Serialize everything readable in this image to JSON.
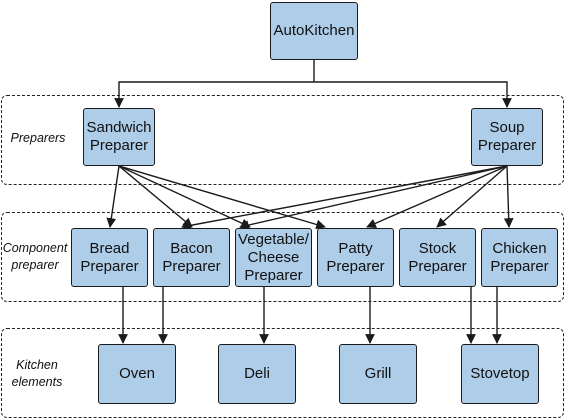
{
  "bands": {
    "preparers": "Preparers",
    "component": [
      "Component",
      "preparer"
    ],
    "kitchen": [
      "Kitchen",
      "elements"
    ]
  },
  "nodes": {
    "autokitchen": [
      "AutoKitchen"
    ],
    "sandwich": [
      "Sandwich",
      "Preparer"
    ],
    "soup": [
      "Soup",
      "Preparer"
    ],
    "bread": [
      "Bread",
      "Preparer"
    ],
    "bacon": [
      "Bacon",
      "Preparer"
    ],
    "vegcheese": [
      "Vegetable/",
      "Cheese",
      "Preparer"
    ],
    "patty": [
      "Patty",
      "Preparer"
    ],
    "stock": [
      "Stock",
      "Preparer"
    ],
    "chicken": [
      "Chicken",
      "Preparer"
    ],
    "oven": [
      "Oven"
    ],
    "deli": [
      "Deli"
    ],
    "grill": [
      "Grill"
    ],
    "stovetop": [
      "Stovetop"
    ]
  },
  "colors": {
    "node_fill": "#aecde9",
    "line": "#1b1b1b"
  }
}
